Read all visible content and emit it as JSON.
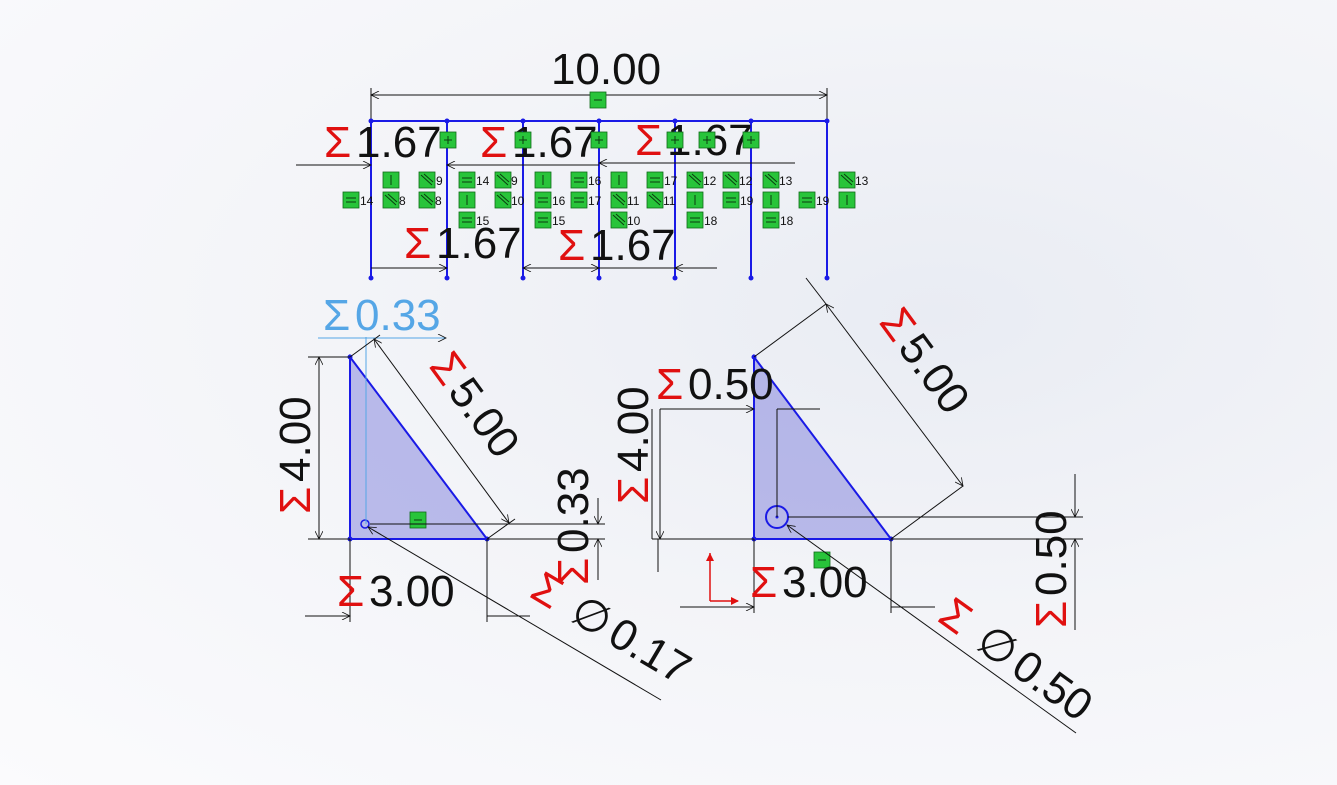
{
  "sigma": "Σ",
  "diameter_symbol": "∅",
  "colors": {
    "sketch_geometry": "#1a1ae6",
    "face_fill": "#7b7bd9",
    "driven_symbol": "#e01010",
    "dimension_text": "#111111",
    "selected_dimension": "#55a6e6",
    "relation_glyph": "#28c43a"
  },
  "top_sketch": {
    "overall_width": "10.00",
    "segment_dims_upper": [
      "1.67",
      "1.67",
      "1.67"
    ],
    "segment_dims_lower": [
      "1.67",
      "1.67"
    ],
    "relation_numbers": [
      "9",
      "14",
      "9",
      "16",
      "17",
      "12",
      "12",
      "13",
      "13",
      "14",
      "8",
      "8",
      "10",
      "16",
      "17",
      "11",
      "11",
      "19",
      "19",
      "15",
      "15",
      "10",
      "18",
      "18"
    ]
  },
  "left_triangle": {
    "selected_offset": "0.33",
    "height": "4.00",
    "hypotenuse": "5.00",
    "base": "3.00",
    "vertical_offset": "0.33",
    "hole_diameter": "0.17"
  },
  "right_triangle": {
    "top_offset": "0.50",
    "height": "4.00",
    "hypotenuse": "5.00",
    "base": "3.00",
    "right_offset": "0.50",
    "hole_diameter": "0.50"
  }
}
